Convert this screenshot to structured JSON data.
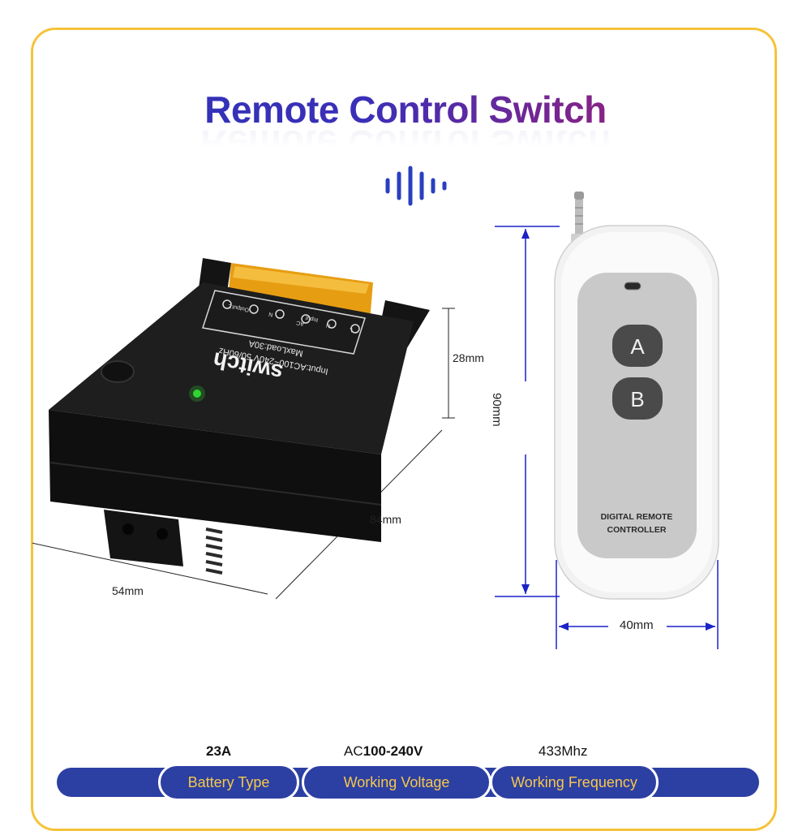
{
  "title": "Remote Control Switch",
  "receiver": {
    "brand": "switch",
    "spec_line1": "Input:AC100~240V 50/60Hz",
    "spec_line2": "MaxLoad:30A",
    "terminal_labels": [
      "L",
      "Output",
      "N",
      "AC",
      "Input",
      "N",
      "L"
    ],
    "dim_height": "28mm",
    "dim_depth": "84mm",
    "dim_width": "54mm"
  },
  "remote": {
    "button_a": "A",
    "button_b": "B",
    "label_line1": "DIGITAL REMOTE",
    "label_line2": "CONTROLLER",
    "dim_height": "90mm",
    "dim_width": "40mm"
  },
  "specs": [
    {
      "value_prefix": "",
      "value": "23A",
      "label": "Battery Type"
    },
    {
      "value_prefix": "AC",
      "value": "100-240V",
      "label": "Working Voltage"
    },
    {
      "value_prefix": "",
      "value": "433Mhz",
      "label": "Working Frequency"
    }
  ],
  "colors": {
    "frame": "#f5c33a",
    "bar": "#2c3fa3",
    "pill_text": "#f5c84a",
    "dimension_line": "#1a22c8"
  },
  "icons": [
    "signal-wave-icon",
    "led-indicator-icon"
  ]
}
